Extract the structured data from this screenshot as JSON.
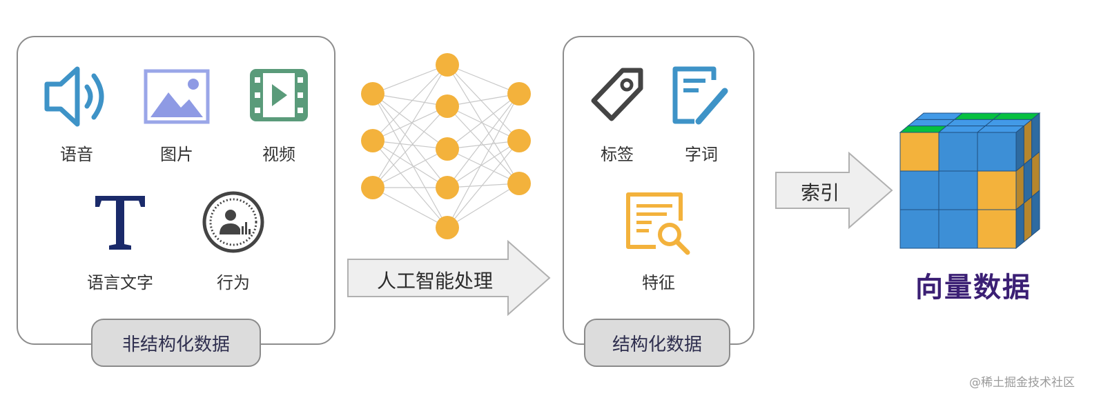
{
  "unstructured": {
    "items": {
      "audio": "语音",
      "image": "图片",
      "video": "视频",
      "text": "语言文字",
      "behavior": "行为"
    },
    "label": "非结构化数据"
  },
  "ai_process": {
    "label": "人工智能处理"
  },
  "structured": {
    "items": {
      "tag": "标签",
      "word": "字词",
      "feature": "特征"
    },
    "label": "结构化数据"
  },
  "index": {
    "label": "索引"
  },
  "vector": {
    "title": "向量数据"
  },
  "watermark": "@稀土掘金技术社区",
  "colors": {
    "node": "#f3b23c",
    "cube_blue": "#3d8fd6",
    "cube_orange": "#f3b23c",
    "title": "#3b1f74",
    "icon_blue": "#3e93c7",
    "icon_green": "#5a9b7a"
  },
  "icons": {
    "audio": "speaker-icon",
    "image": "picture-icon",
    "video": "film-icon",
    "text": "letter-t-icon",
    "behavior": "user-circle-icon",
    "tag": "tag-icon",
    "word": "edit-document-icon",
    "feature": "document-search-icon"
  }
}
